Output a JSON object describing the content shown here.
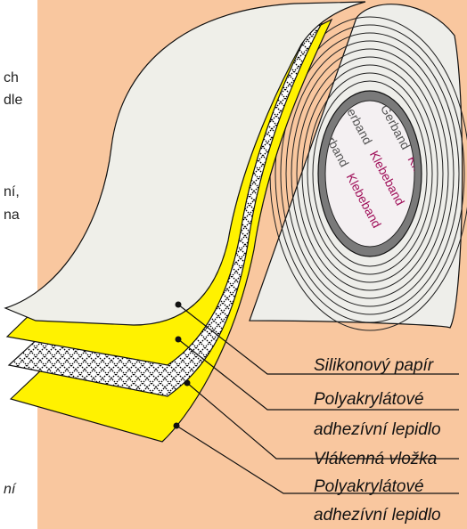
{
  "side_fragments": [
    "ch",
    "dle",
    "ní,",
    "na",
    "ní"
  ],
  "tape_brand": [
    "Gerband",
    "Klebeband"
  ],
  "labels": [
    "Silikonový papír",
    "Polyakrylátové",
    "adhezívní lepidlo",
    "Vlákenná vložka",
    "Polyakrylátové",
    "adhezívní lepidlo"
  ],
  "colors": {
    "background": "#f9c79f",
    "silicone_paper": "#efefe9",
    "adhesive": "#fff200",
    "fiber_core": "#ffffff",
    "core_ring": "#6e6e6e",
    "brand_text": "#a0105a"
  }
}
